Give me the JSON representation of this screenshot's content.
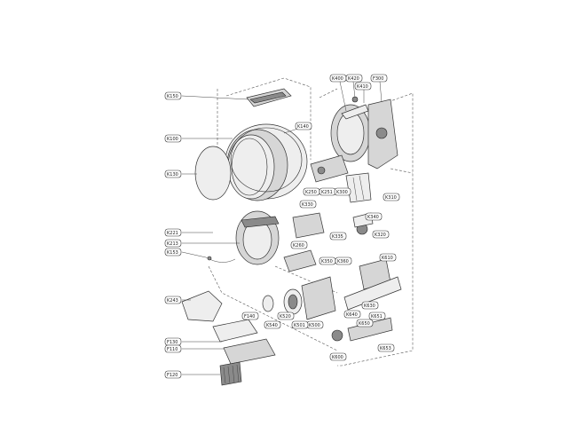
{
  "diagram": {
    "callouts": [
      "K150",
      "K100",
      "K140",
      "K130",
      "K400",
      "K420",
      "K410",
      "F300",
      "K250",
      "K251",
      "K330",
      "K300",
      "K310",
      "K340",
      "K320",
      "K221",
      "K213",
      "K153",
      "K260",
      "K335",
      "K350",
      "K360",
      "K610",
      "K243",
      "F140",
      "K540",
      "K630",
      "K640",
      "K651",
      "K520",
      "K500",
      "K650",
      "K600",
      "K653",
      "F130",
      "F110",
      "F120",
      "K501"
    ]
  }
}
